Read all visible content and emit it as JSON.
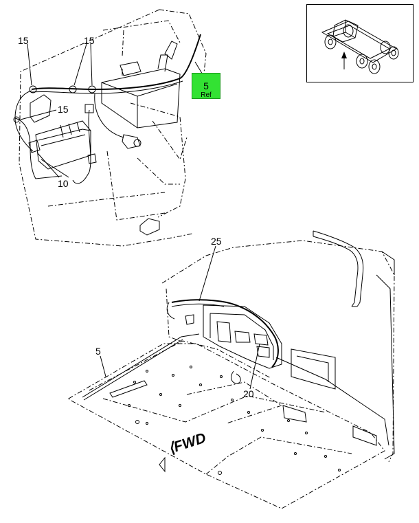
{
  "callouts": [
    {
      "id": "c15a",
      "text": "15"
    },
    {
      "id": "c15b",
      "text": "15"
    },
    {
      "id": "c15c",
      "text": "15"
    },
    {
      "id": "c10",
      "text": "10"
    },
    {
      "id": "c25",
      "text": "25"
    },
    {
      "id": "c5",
      "text": "5"
    },
    {
      "id": "c20",
      "text": "20"
    }
  ],
  "reference_box": {
    "number": "5",
    "word": "Ref",
    "color": "#33e233"
  },
  "direction_label": {
    "glyph": "⟨",
    "text": "FWD"
  },
  "locator_icon": "chassis-locator-icon",
  "colors": {
    "line": "#000000",
    "background": "#ffffff",
    "highlight": "#33e233"
  }
}
